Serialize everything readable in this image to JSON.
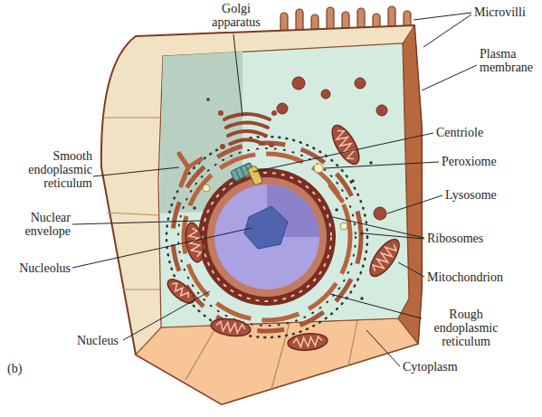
{
  "diagram": {
    "labels": [
      "Golgi apparatus",
      "Microvilli",
      "Plasma membrane",
      "Centriole",
      "Peroxiome",
      "Smooth endoplasmic reticulum",
      "Lysosome",
      "Nuclear envelope",
      "Ribosomes",
      "Nucleolus",
      "Mitochondrion",
      "Nucleus",
      "Rough endoplasmic reticulum",
      "Cytoplasm",
      "(b)"
    ]
  }
}
